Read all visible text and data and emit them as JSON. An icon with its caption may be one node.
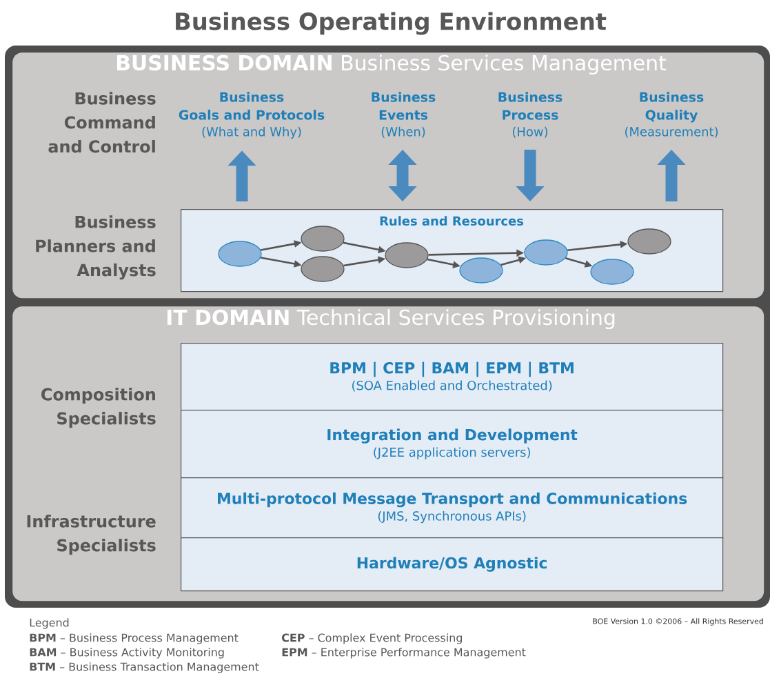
{
  "diagram": {
    "title": "Business Operating Environment",
    "nodes": [
      {
        "text": [
          "**BUSINESS DOMAIN** Business Services Management"
        ]
      },
      {
        "text": [
          "Business Goals and Protocols",
          "(What and Why)"
        ],
        "in": 0
      },
      {
        "text": [
          "Business Events",
          "(When)"
        ],
        "in": 0
      },
      {
        "text": [
          "Business Process",
          "(How)"
        ],
        "in": 0
      },
      {
        "text": [
          "Business Quality",
          "(Measurement)"
        ],
        "in": 0
      },
      {
        "text": [
          "Rules and Resources"
        ],
        "in": 0
      },
      {
        "text": [],
        "shape": "ellipse",
        "in": 5
      },
      {
        "text": [],
        "shape": "ellipse",
        "in": 5
      },
      {
        "text": [],
        "shape": "ellipse",
        "in": 5
      },
      {
        "text": [],
        "shape": "ellipse",
        "in": 5
      },
      {
        "text": [],
        "shape": "ellipse",
        "in": 5
      },
      {
        "text": [],
        "shape": "ellipse",
        "in": 5
      },
      {
        "text": [],
        "shape": "ellipse",
        "in": 5
      },
      {
        "text": [],
        "shape": "ellipse",
        "in": 5
      },
      {
        "text": [
          "**IT DOMAIN** Technical Services Provisioning"
        ]
      },
      {
        "text": [
          "BPM | CEP | BAM | EPM | BTM",
          "(SOA Enabled and Orchestrated)"
        ],
        "in": 14
      },
      {
        "text": [
          "Integration and Development",
          "(J2EE application servers)"
        ],
        "in": 14
      },
      {
        "text": [
          "Multi-protocol Message Transport and Communications",
          "(JMS, Synchronous APIs)"
        ],
        "in": 14
      },
      {
        "text": [
          "Hardware/OS Agnostic"
        ],
        "in": 14
      }
    ],
    "edges": [
      {
        "from": 5,
        "to": 1,
        "arrow": "to",
        "style": "thick",
        "color": "#4a8abf"
      },
      {
        "from": 5,
        "to": 2,
        "arrow": "both",
        "style": "thick",
        "color": "#4a8abf"
      },
      {
        "from": 3,
        "to": 5,
        "arrow": "to",
        "style": "thick",
        "color": "#4a8abf"
      },
      {
        "from": 5,
        "to": 4,
        "arrow": "to",
        "style": "thick",
        "color": "#4a8abf"
      },
      {
        "from": 6,
        "to": 7,
        "arrow": "to"
      },
      {
        "from": 6,
        "to": 8,
        "arrow": "to"
      },
      {
        "from": 7,
        "to": 9,
        "arrow": "to"
      },
      {
        "from": 8,
        "to": 9,
        "arrow": "to"
      },
      {
        "from": 9,
        "to": 11,
        "arrow": "to"
      },
      {
        "from": 9,
        "to": 10,
        "arrow": "to"
      },
      {
        "from": 10,
        "to": 11,
        "arrow": "to"
      },
      {
        "from": 11,
        "to": 13,
        "arrow": "to"
      },
      {
        "from": 11,
        "to": 12,
        "arrow": "to"
      }
    ],
    "labels": [
      "Business Command and Control",
      "Business Planners and Analysts",
      "Composition Specialists",
      "Infrastructure Specialists",
      "Legend",
      "BOE Version 1.0 ©2006 – All Rights Reserved",
      "**BPM** – Business Process Management",
      "**CEP** – Complex Event Processing",
      "**BAM** – Business Activity Monitoring",
      "**EPM** – Enterprise Performance Management",
      "**BTM** – Business Transaction Management"
    ]
  }
}
